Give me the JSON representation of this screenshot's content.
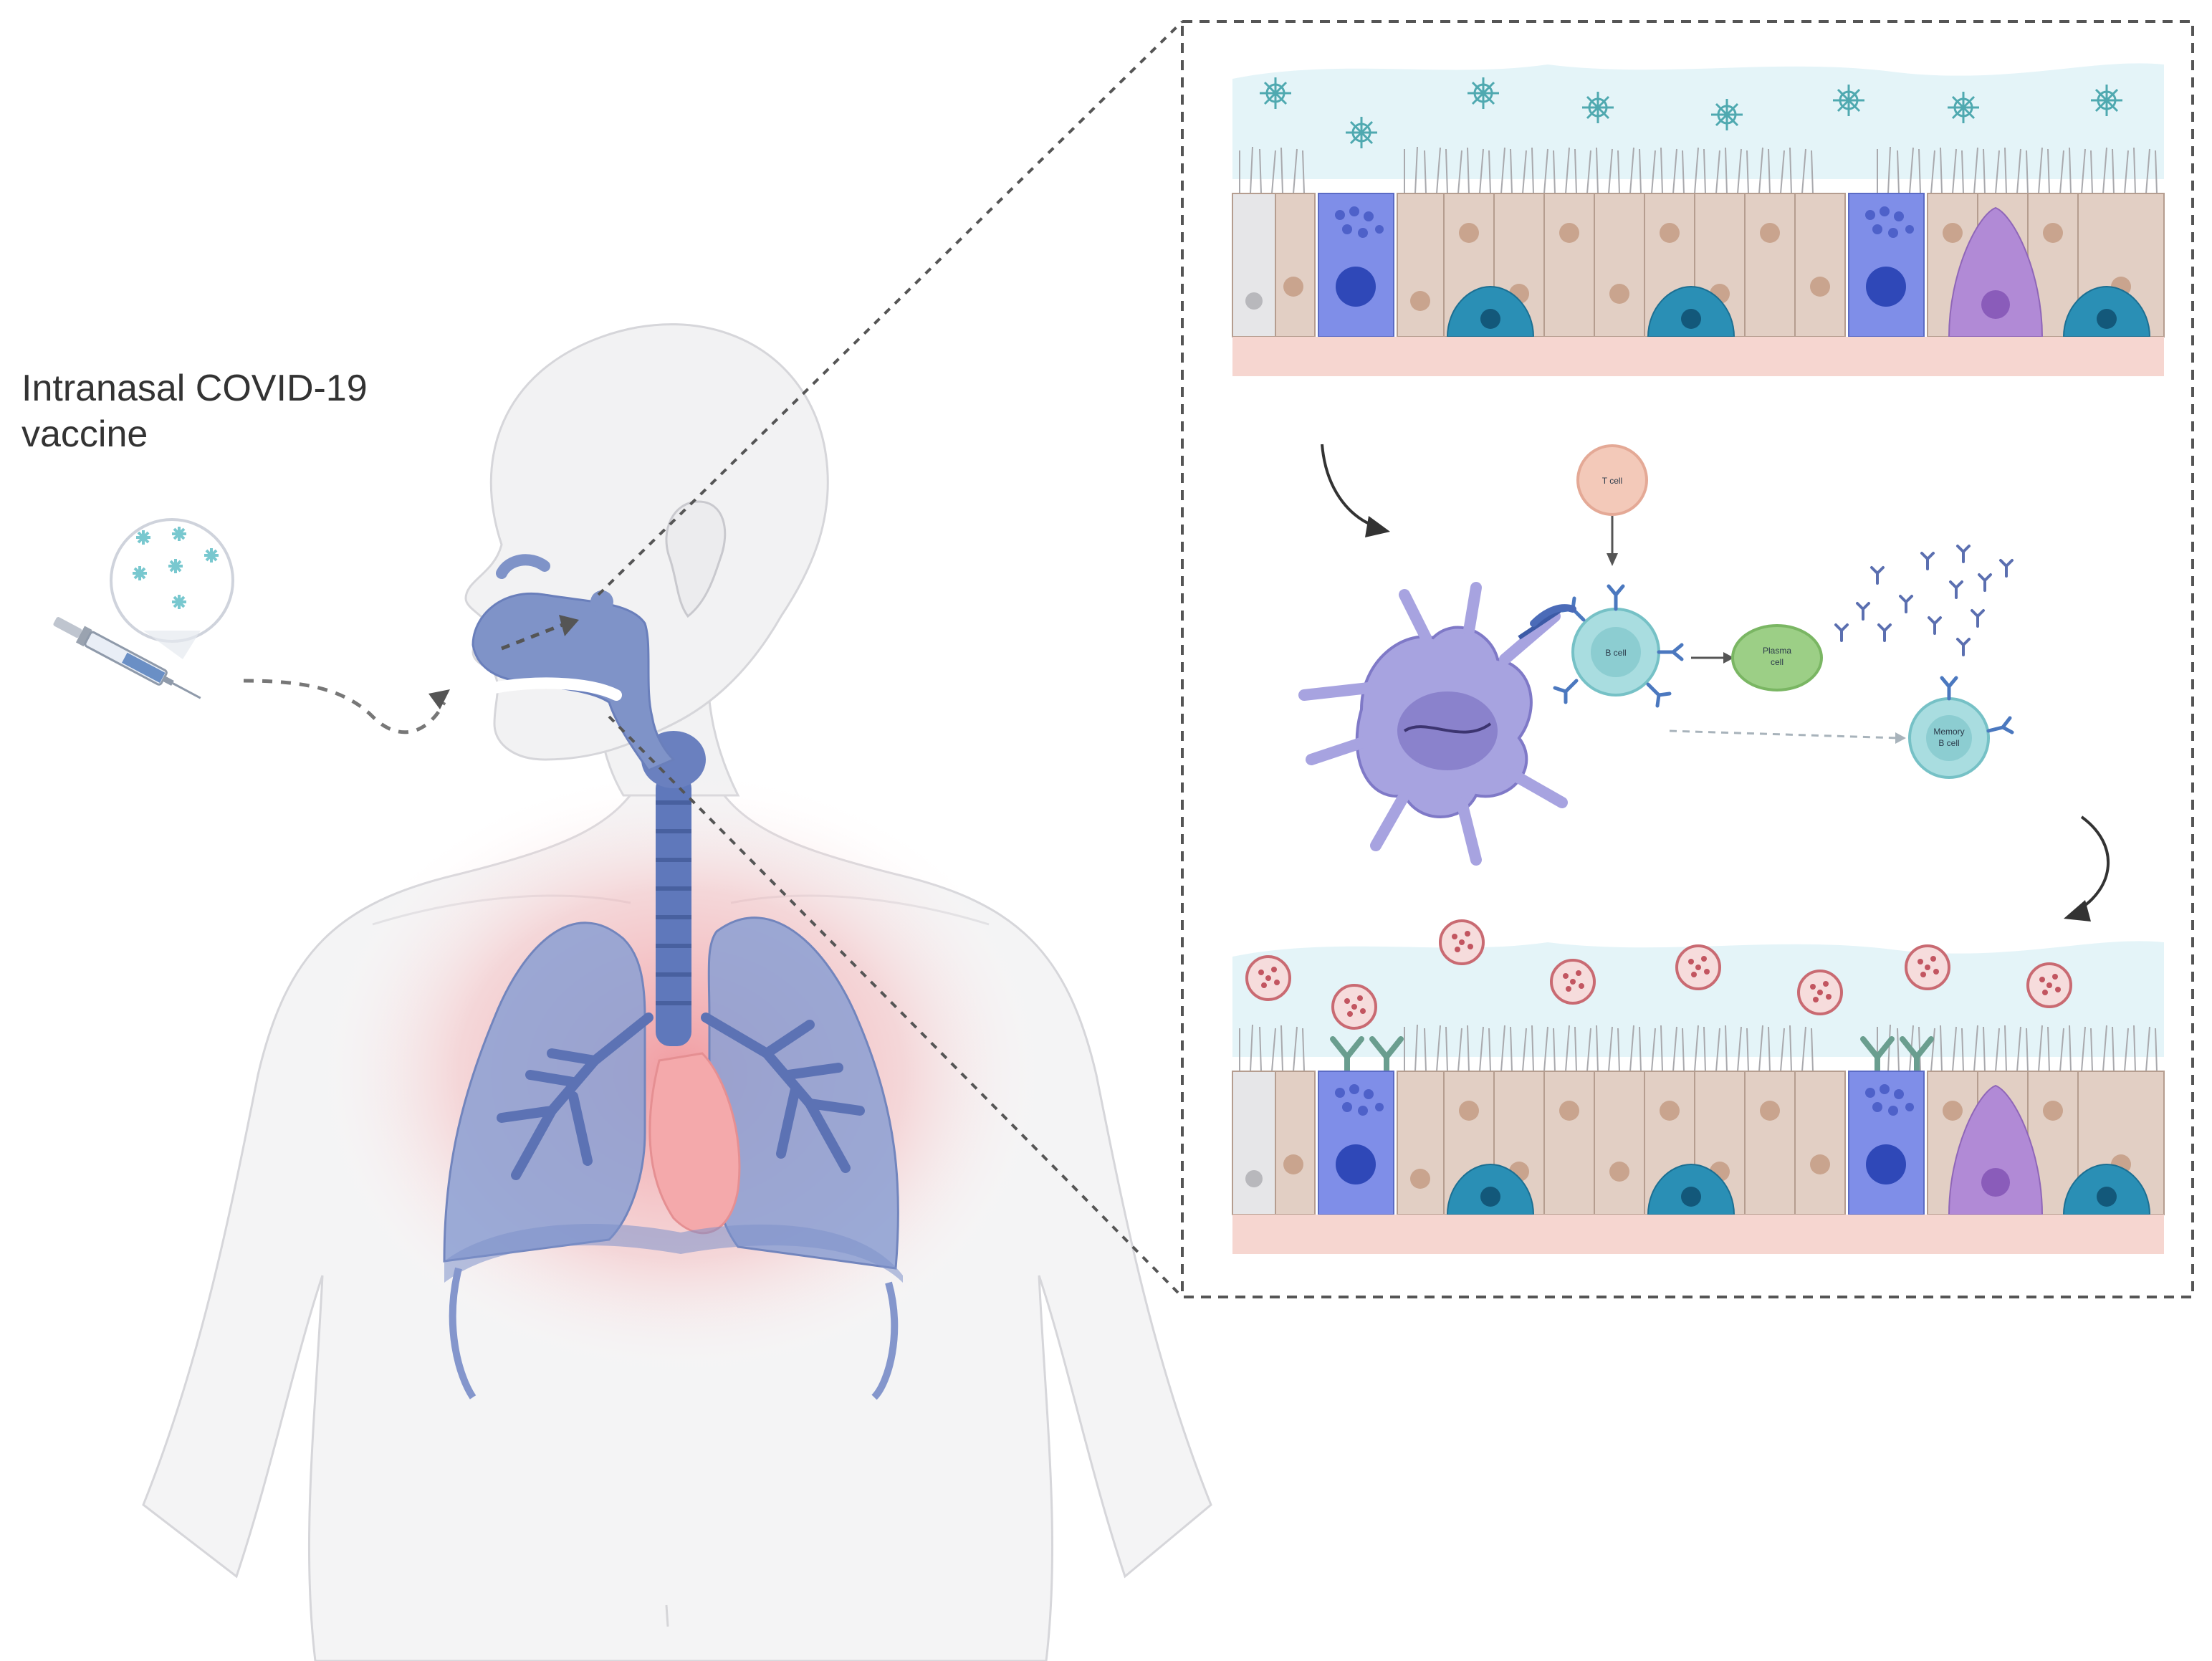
{
  "vaccine": {
    "line1": "Intranasal COVID-19",
    "line2": "vaccine"
  },
  "cells": {
    "t_cell": "T cell",
    "b_cell": "B cell",
    "plasma_cell_line1": "Plasma",
    "plasma_cell_line2": "cell",
    "memory_b_cell_line1": "Memory",
    "memory_b_cell_line2": "B cell"
  },
  "colors": {
    "mucus": "#e4f4f8",
    "epithelial": "#e2cfc4",
    "goblet": "#7f8ee8",
    "basal": "#2a8fb5",
    "tuft": "#b18ad6",
    "submucosa": "#f6d6d0",
    "airway": "#7f93c8",
    "dendritic": "#a7a3e0",
    "b_cell": "#a9dde0",
    "plasma": "#9ccf86",
    "t_cell": "#f3c9b9",
    "antibody": "#5b7cc2",
    "virus": "#c96a72",
    "inflammation": "#f1a3a8"
  }
}
